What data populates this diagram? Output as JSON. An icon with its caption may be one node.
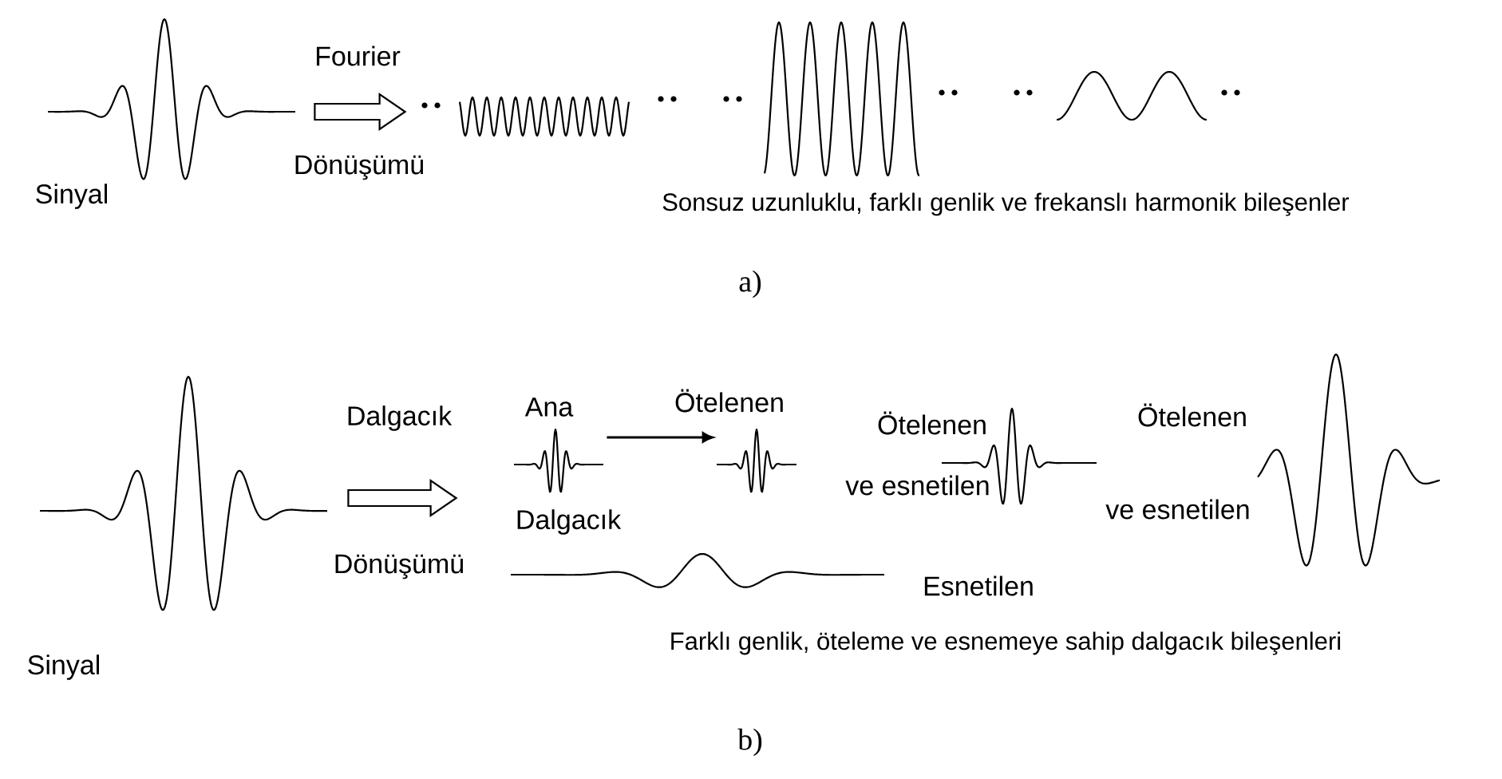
{
  "diagram": {
    "nodes": [
      {
        "text": [],
        "shape": "picture",
        "beside": [
          "Sinyal"
        ]
      },
      {
        "text": [],
        "shape": "picture"
      },
      {
        "text": [],
        "shape": "picture"
      },
      {
        "text": [],
        "shape": "picture"
      },
      {
        "text": [],
        "shape": "picture",
        "beside": [
          "Sinyal"
        ]
      },
      {
        "text": [],
        "shape": "picture",
        "beside": [
          "Ana",
          "Dalgacık"
        ]
      },
      {
        "text": [],
        "shape": "picture",
        "beside": [
          "Ötelenen"
        ]
      },
      {
        "text": [],
        "shape": "picture",
        "beside": [
          "Ötelenen",
          "ve esnetilen"
        ]
      },
      {
        "text": [],
        "shape": "picture",
        "beside": [
          "Ötelenen",
          "ve esnetilen"
        ]
      },
      {
        "text": [],
        "shape": "picture",
        "beside": [
          "Esnetilen"
        ]
      }
    ],
    "edges": [
      {
        "from": 0,
        "to": 1,
        "arrow": "to",
        "style": "thick"
      },
      {
        "from": 4,
        "to": 5,
        "arrow": "to",
        "style": "thick"
      },
      {
        "from": 5,
        "to": 6,
        "arrow": "to"
      }
    ],
    "labels": [
      "Fourier",
      "Dönüşümü",
      "Sonsuz uzunluklu, farklı genlik ve frekanslı harmonik bileşenler",
      "a)",
      "Dalgacık",
      "Dönüşümü",
      "Farklı genlik, öteleme ve esnemeye sahip dalgacık bileşenleri",
      "b)"
    ]
  }
}
